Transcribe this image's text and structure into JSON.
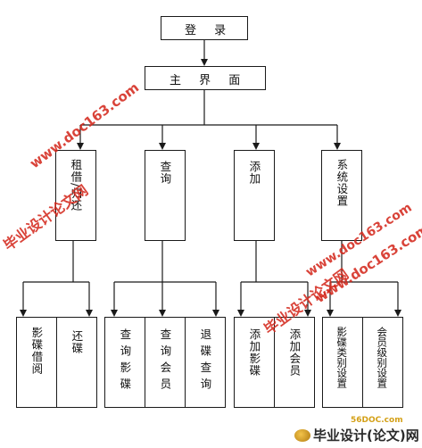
{
  "diagram": {
    "login": "登 录",
    "main": "主 界 面",
    "modules": [
      {
        "label": "租借/归还"
      },
      {
        "label": "查询"
      },
      {
        "label": "添加"
      },
      {
        "label": "系统设置"
      }
    ],
    "leaves": [
      {
        "label": "影碟借阅"
      },
      {
        "label": "还碟"
      },
      {
        "label": "查询影碟"
      },
      {
        "label": "查询会员"
      },
      {
        "label": "退碟查询"
      },
      {
        "label": "添加影碟"
      },
      {
        "label": "添加会员"
      },
      {
        "label": "影碟类别设置"
      },
      {
        "label": "会员级别设置"
      }
    ]
  },
  "watermarks": {
    "wm1": "毕业设计论文网",
    "wm2": "www.doc163.com",
    "wm3": "毕业设计论文网",
    "wm4": "www.doc163.com",
    "wm5": "www.doc163.com"
  },
  "site": {
    "small": "56DOC.com",
    "main": "毕业设计(论文)网"
  },
  "colors": {
    "line": "#1a1a1a",
    "watermark": "#d42a1e"
  }
}
